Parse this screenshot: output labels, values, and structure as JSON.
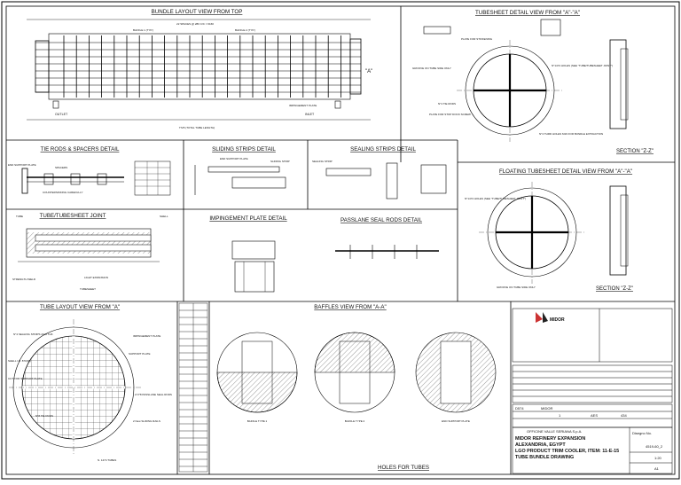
{
  "views": {
    "bundle_layout": "BUNDLE LAYOUT VIEW FROM TOP",
    "tubesheet_detail": "TUBESHEET DETAIL VIEW FROM \"A\"-\"A\"",
    "tie_rods": "TIE RODS & SPACERS DETAIL",
    "sliding_strips": "SLIDING STRIPS DETAIL",
    "sealing_strips": "SEALING STRIPS DETAIL",
    "floating_tubesheet": "FLOATING TUBESHEET DETAIL VIEW FROM \"A\"-\"A\"",
    "tube_joint": "TUBE/TUBESHEET JOINT",
    "impingement_plate": "IMPINGEMENT PLATE DETAIL",
    "passlane_seal_rods": "PASSLANE SEAL RODS DETAIL",
    "tube_layout": "TUBE LAYOUT VIEW FROM \"A\"",
    "baffles": "BAFFLES VIEW FROM \"A-A\"",
    "holes_for_tubes": "HOLES FOR TUBES"
  },
  "labels": {
    "a_arrow": "\"A\"",
    "outlet": "OUTLET",
    "inlet": "INLET",
    "impingement_plate": "IMPINGEMENT PLATE",
    "total_tube_length": "7725 (TOTAL TUBE LENGTH)",
    "spaces": "22 SPACES @ 280 C/C = 6160",
    "baffle_1": "BAFFLE 1 (TYP.)",
    "baffle_2": "BAFFLE 2 (TYP.)",
    "plate_stiffening": "PLATE FOR STIFFENING",
    "groove_tube_side": "GROOVE ON TUBE SIDE ONLY",
    "tie_rods": "N°4 TIE RODS",
    "plate_stop_dock": "PLATE FOR STOP DOCK SCREW",
    "holes_see": "N°1474 HOLES (SEE \"TUBE/TUBESHEET JOINT\")",
    "m16_holes": "N°4 THRD HOLES M16 FOR BUNDLE EXTRACTION",
    "section_zz": "SECTION \"Z-Z\"",
    "end_support_plate": "END SUPPORT PLATE",
    "spacers": "SPACERS",
    "countersinking": "COUNTERSINKING CAREFULLY",
    "sliding_strip": "SLIDING STRIP",
    "sealing_strip": "SEALING STRIP",
    "tube": "TUBE",
    "shell": "SHELL",
    "strength_weld": "STRENGTH WELD",
    "light_expansion": "LIGHT EXPANSION",
    "tubesheet": "TUBESHEET",
    "sealing_strips_n": "N°4 SEALING STRIPS 20x8 THK",
    "support_plate": "SUPPORT PLATE",
    "shell_id": "SHELL I.D. 870(ID)",
    "cut_support": "CUT FOR SUPPORT PLATE",
    "tie_rods_n": "N°8 TIE RODS",
    "passlane_rods": "2 N°8 PASSLANE SEAL RODS",
    "sliding_rails": "2 New SLIDING RAILS",
    "tubes_total": "N. 1474 TUBES",
    "baffle_type_1": "BAFFLE TYPE 1",
    "baffle_type_2": "BAFFLE TYPE 2"
  },
  "titleblock": {
    "logo": "MIDOR",
    "item_code": "D574",
    "client": "MIDOR",
    "qty": "1",
    "type": "AES",
    "number": "434",
    "company": "OFFICINE VALLE SERIANA S.p.A.",
    "project": "MIDOR REFINERY EXPANSION",
    "location": "ALEXANDRIA, EGYPT",
    "item": "LGO PRODUCT TRIM COOLER, ITEM: 11-E-15",
    "drawing_title": "TUBE BUNDLE DRAWING",
    "drawing_label": "Disegno No.",
    "drawing_no": "4519-60_2",
    "scale": "1:20",
    "sheet": "A1"
  }
}
